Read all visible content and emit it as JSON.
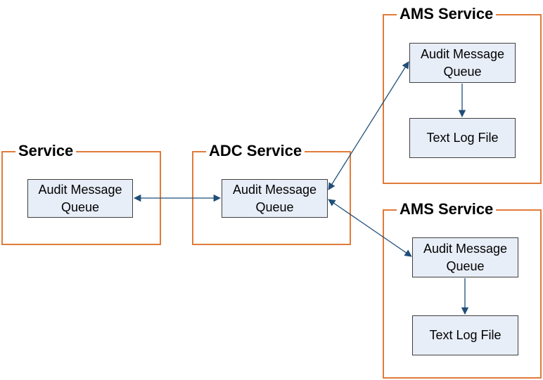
{
  "colors": {
    "group_border": "#e07b39",
    "node_fill": "#e8eef8",
    "node_border": "#3f3f3f",
    "edge": "#1f4e79"
  },
  "groups": {
    "service": {
      "title": "Service"
    },
    "adc": {
      "title": "ADC Service"
    },
    "ams_top": {
      "title": "AMS Service"
    },
    "ams_bottom": {
      "title": "AMS Service"
    }
  },
  "nodes": {
    "service_queue": {
      "line1": "Audit Message",
      "line2": "Queue"
    },
    "adc_queue": {
      "line1": "Audit Message",
      "line2": "Queue"
    },
    "ams_top_queue": {
      "line1": "Audit Message",
      "line2": "Queue"
    },
    "ams_top_log": {
      "label": "Text Log File"
    },
    "ams_bottom_queue": {
      "line1": "Audit Message",
      "line2": "Queue"
    },
    "ams_bottom_log": {
      "label": "Text Log File"
    }
  },
  "edges": [
    {
      "from": "service_queue",
      "to": "adc_queue",
      "direction": "both"
    },
    {
      "from": "adc_queue",
      "to": "ams_top_queue",
      "direction": "both"
    },
    {
      "from": "adc_queue",
      "to": "ams_bottom_queue",
      "direction": "both"
    },
    {
      "from": "ams_top_queue",
      "to": "ams_top_log",
      "direction": "forward"
    },
    {
      "from": "ams_bottom_queue",
      "to": "ams_bottom_log",
      "direction": "forward"
    }
  ]
}
